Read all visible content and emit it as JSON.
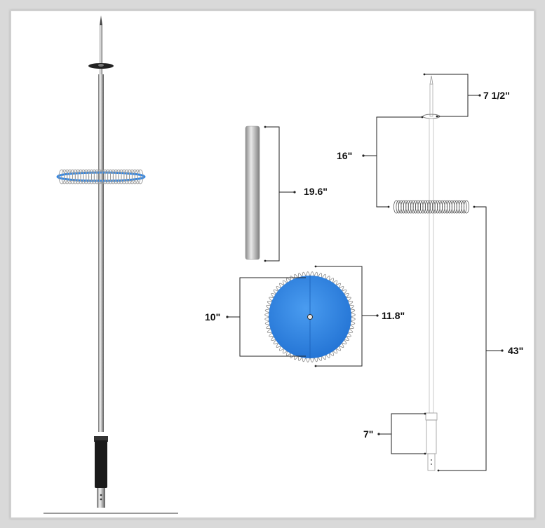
{
  "colors": {
    "background": "#d9d9d9",
    "panel": "#ffffff",
    "disc_blue": "#2f86e6",
    "disc_blue_dark": "#1f6fd1",
    "steel_light": "#f2f2f2",
    "steel_dark": "#7a7a7a",
    "sleeve": "#1a1a1a",
    "dimension_line": "#222222"
  },
  "dimensions": {
    "tip_length": "7 1/2\"",
    "tip_to_coil": "16\"",
    "coil_to_base": "43\"",
    "base_sleeve": "7\"",
    "tube_length": "19.6\"",
    "disc_inner": "10\"",
    "disc_outer": "11.8\""
  },
  "icons": {
    "rod_assembly": "lightning-rod-icon",
    "tube": "steel-tube-icon",
    "disc": "blue-coil-disc-icon",
    "outline_drawing": "rod-outline-icon"
  }
}
